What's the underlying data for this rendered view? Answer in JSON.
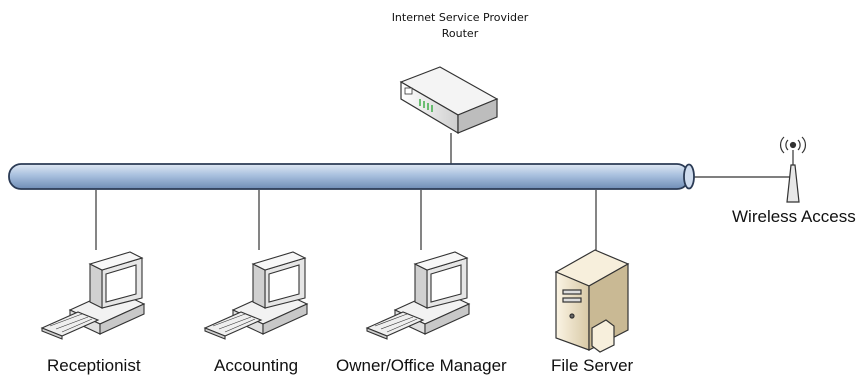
{
  "router": {
    "line1": "Internet Service Provider",
    "line2": "Router"
  },
  "wireless": {
    "label": "Wireless Access"
  },
  "devices": [
    {
      "label": "Receptionist"
    },
    {
      "label": "Accounting"
    },
    {
      "label": "Owner/Office Manager"
    },
    {
      "label": "File Server"
    }
  ],
  "icons": [
    "router-icon",
    "wireless-antenna-icon",
    "desktop-computer-icon",
    "file-server-icon"
  ],
  "colors": {
    "bus_fill": "#9cb6d8",
    "bus_stroke": "#2b3b55",
    "device_fill": "#f2f2f2",
    "device_stroke": "#3a3a3a",
    "router_led": "#3fae49"
  }
}
